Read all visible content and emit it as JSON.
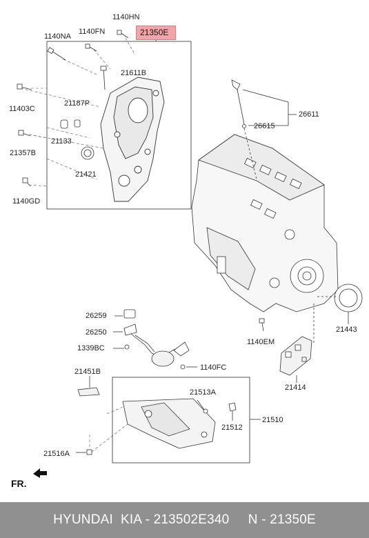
{
  "diagram": {
    "labels": {
      "p1140HN": "1140HN",
      "p1140NA": "1140NA",
      "p1140FN": "1140FN",
      "p21350E": "21350E",
      "p21611B": "21611B",
      "p11403C": "11403C",
      "p21187P": "21187P",
      "p21133": "21133",
      "p21357B": "21357B",
      "p21421": "21421",
      "p1140GD": "1140GD",
      "p26611": "26611",
      "p26615": "26615",
      "p26259": "26259",
      "p26250": "26250",
      "p1339BC": "1339BC",
      "p1140FC": "1140FC",
      "p21443": "21443",
      "p1140EM": "1140EM",
      "p21414": "21414",
      "p21451B": "21451B",
      "p21513A": "21513A",
      "p21510": "21510",
      "p21512": "21512",
      "p21516A": "21516A"
    },
    "highlight_color": "#f4a3a6",
    "front_label": "FR.",
    "front_arrow_icon": "front-arrow-icon"
  },
  "footer": {
    "text": "HYUNDAI  KIA - 213502E340     N - 21350E",
    "background": "#909090"
  }
}
